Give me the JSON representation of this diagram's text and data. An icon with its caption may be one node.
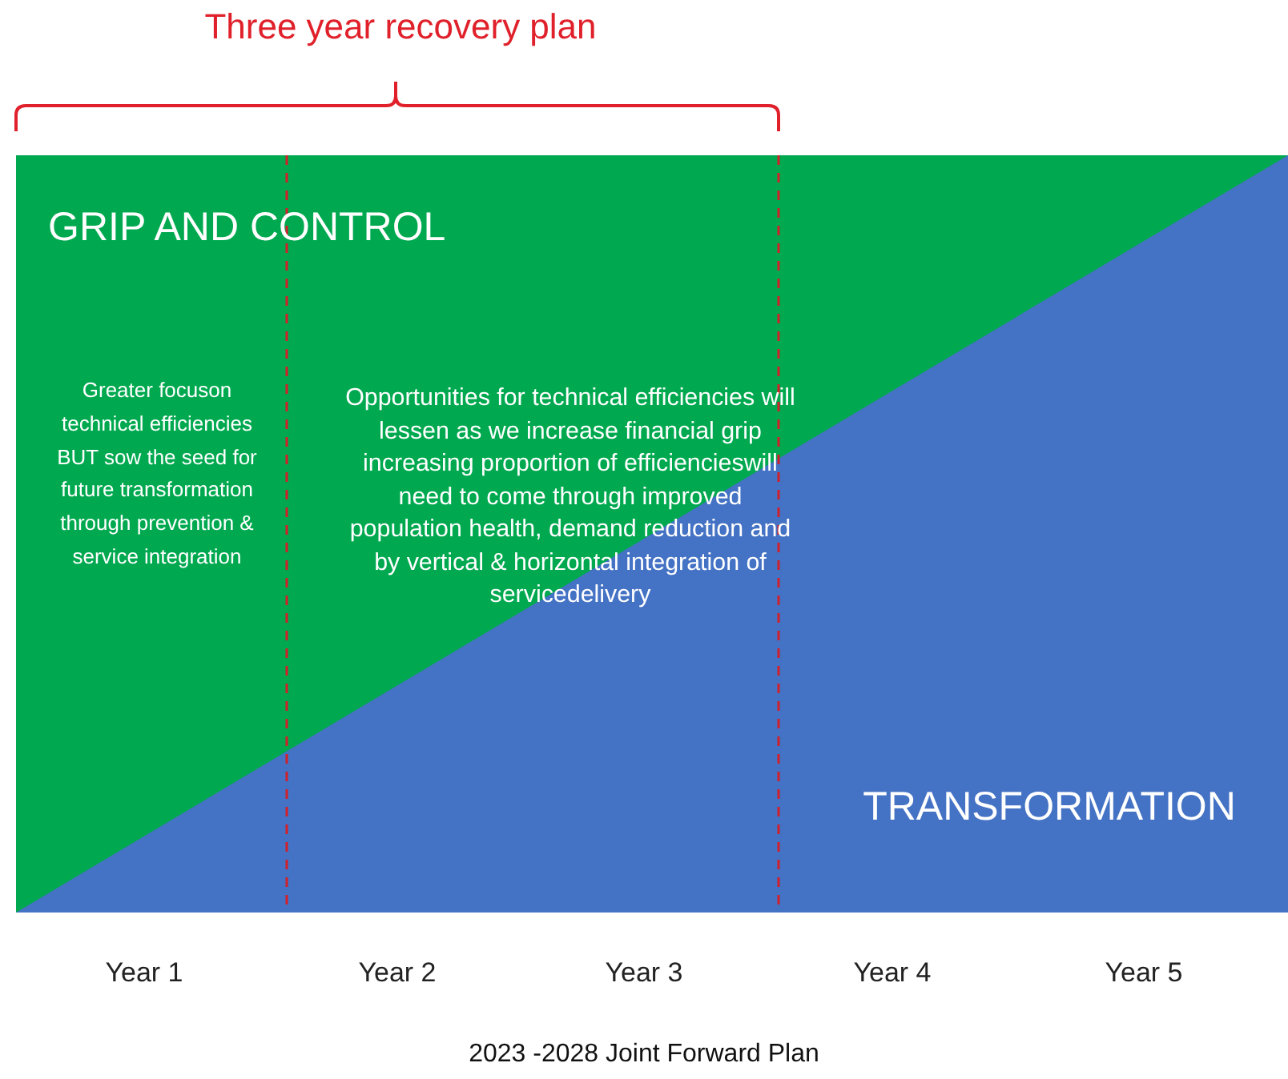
{
  "diagram": {
    "caption": "2023 -2028 Joint Forward Plan",
    "labels": [
      "Three year recovery plan",
      "GRIP AND CONTROL",
      "Greater focuson technical efficiencies BUT sow the seed for future transformation through prevention & service integration",
      "Opportunities for technical efficiencies will lessen as we increase financial grip increasing proportion of efficiencieswill need to come through improved population health, demand reduction and by vertical & horizontal integration of servicedelivery",
      "TRANSFORMATION",
      "Year 1",
      "Year 2",
      "Year 3",
      "Year 4",
      "Year 5"
    ]
  }
}
